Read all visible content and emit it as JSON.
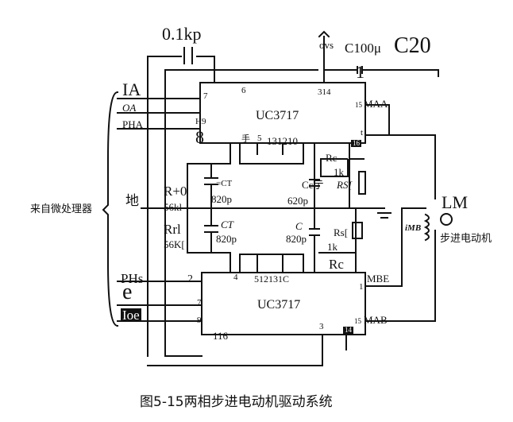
{
  "caption": "图5-15两相步进电动机驱动系统",
  "chips": {
    "upper": {
      "name": "UC3717"
    },
    "lower": {
      "name": "UC3717"
    }
  },
  "labels": {
    "top_cap": "0.1kp",
    "vs": "ovs",
    "cap_c100": "C100μ",
    "c20": "C20",
    "one": "1",
    "ia": "IA",
    "oa": "OA",
    "pha": "PHA",
    "eight": "8",
    "source": "来自微处理器",
    "ground_char": "地",
    "r_plus0": "R+0",
    "r_56k_1": "56kl",
    "rr1": "Rrl",
    "r_56k_2": "56K[",
    "ct_1": "=CT",
    "c820_1": "820p",
    "ct_2": "CT",
    "c820_2": "820p",
    "cc_1": "Cc亍",
    "c620": "620p",
    "cc_2": "C",
    "c820_3": "820p",
    "rc_1": "Rc",
    "k1": "1k",
    "rs_1": "RS[",
    "rs_2": "Rs[",
    "k1_2": "1k",
    "rc_2": "Rc",
    "lm": "LM",
    "imb": "iMB",
    "motor": "步进电动机",
    "phs": "PHs",
    "e": "e",
    "ioe": "Ioe",
    "mbe": "MBE",
    "mab": "MAB",
    "maa": "MAA"
  },
  "pins": {
    "p6": "6",
    "p314": "314",
    "p15": "15",
    "p7": "7",
    "p9": "H9",
    "p_he": "手",
    "p5": "5",
    "p131210": "131210",
    "p_t": "t",
    "p16": "16",
    "p2": "2",
    "p4": "4",
    "p512131c": "512131C",
    "p1": "1",
    "p7b": "7",
    "p9b": "9",
    "p116": "116",
    "p3": "3",
    "p15b": "15",
    "p14": "14"
  }
}
